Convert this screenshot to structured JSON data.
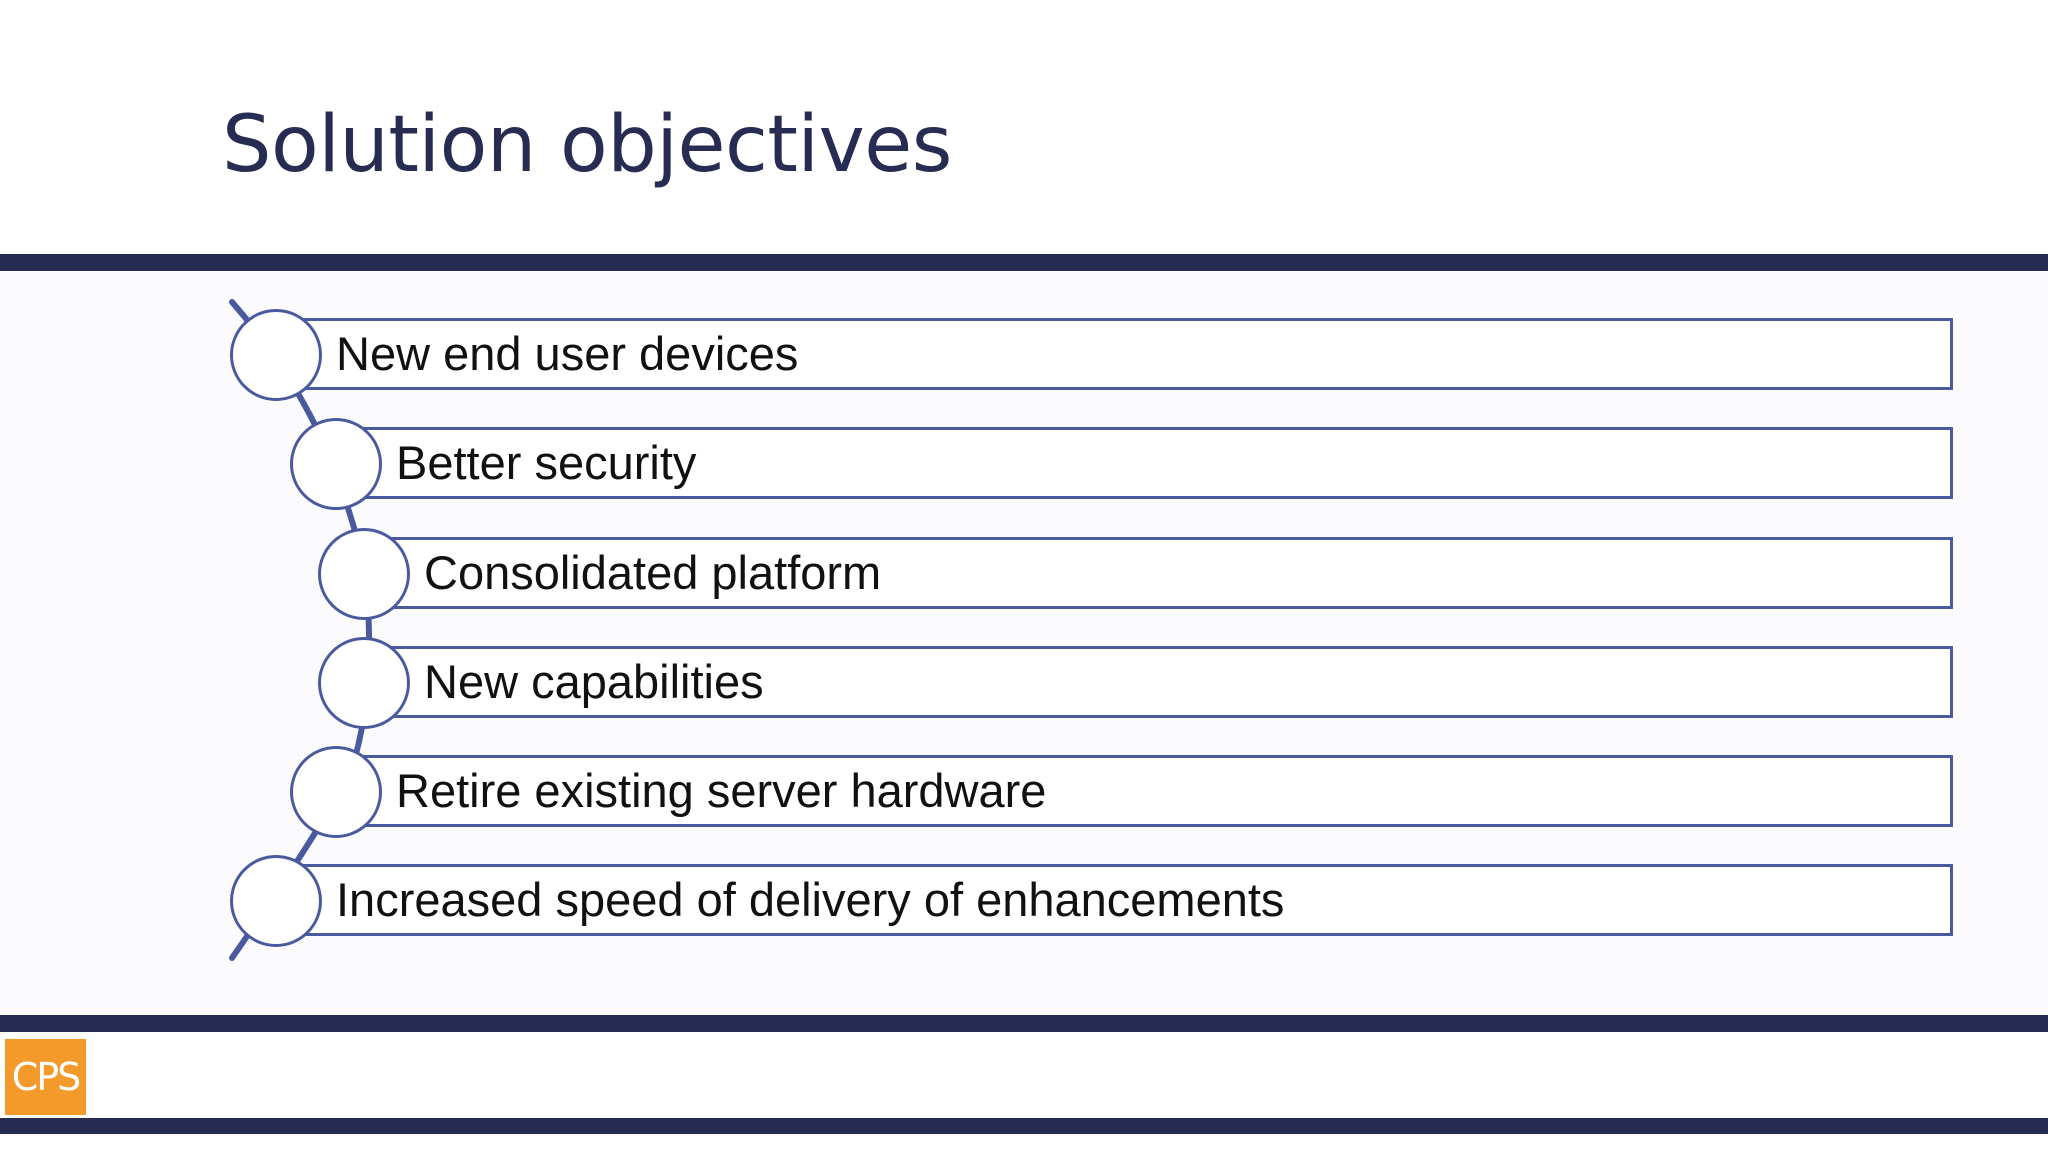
{
  "slide": {
    "title": "Solution objectives"
  },
  "objectives": [
    {
      "label": "New end user devices"
    },
    {
      "label": "Better security"
    },
    {
      "label": "Consolidated platform"
    },
    {
      "label": "New capabilities"
    },
    {
      "label": "Retire existing server hardware"
    },
    {
      "label": "Increased speed of delivery of enhancements"
    }
  ],
  "logo": {
    "text": "CPS"
  },
  "colors": {
    "title": "#272d52",
    "rule": "#262b52",
    "outline": "#4a5a9e",
    "logo_bg": "#f39a2b"
  }
}
